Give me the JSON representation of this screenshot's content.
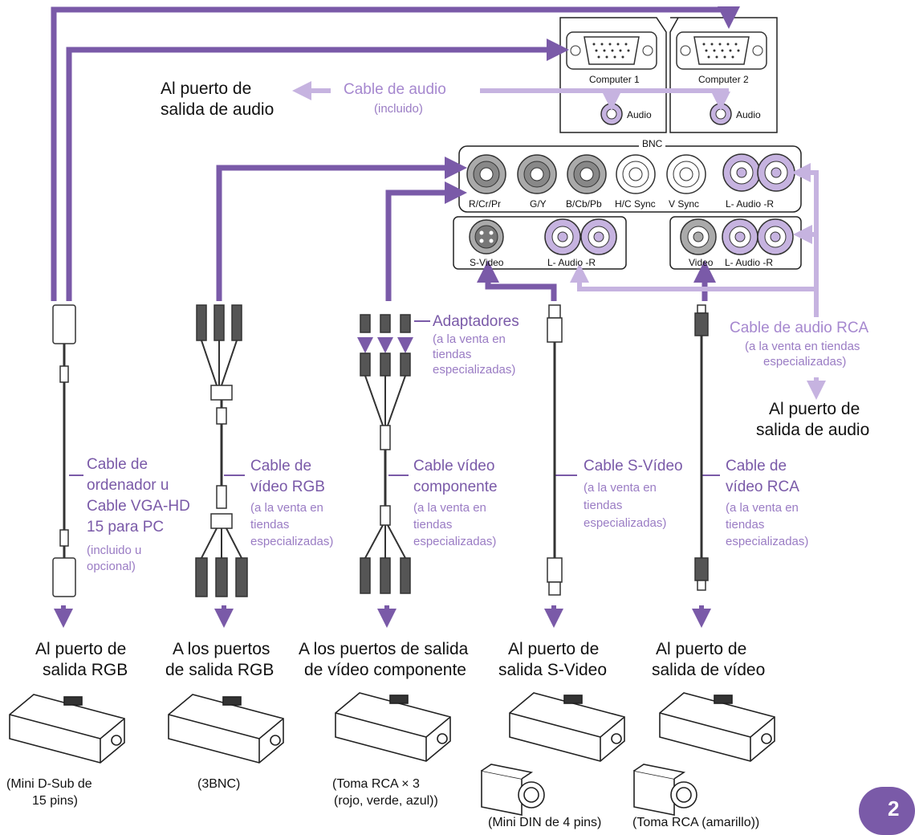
{
  "colors": {
    "dark_purple": "#7a5aa8",
    "light_purple": "#c6b3e0",
    "text_purple": "#7a5aa8",
    "panel_gray": "#9a9a9a"
  },
  "panel": {
    "computer1": "Computer 1",
    "computer2": "Computer 2",
    "audio": "Audio",
    "bnc": "BNC",
    "bnc_labels": [
      "R/Cr/Pr",
      "G/Y",
      "B/Cb/Pb",
      "H/C Sync",
      "V Sync"
    ],
    "audio_lr": "L-  Audio -R",
    "svideo": "S-Video",
    "video": "Video"
  },
  "top_audio": {
    "dest_line1": "Al puerto de",
    "dest_line2": "salida de audio",
    "cable": "Cable de audio",
    "cable_note": "(incluido)"
  },
  "right_audio": {
    "cable": "Cable de audio RCA",
    "note1": "(a la venta en tiendas",
    "note2": "especializadas)",
    "dest_line1": "Al puerto de",
    "dest_line2": "salida de audio"
  },
  "adapters": {
    "label": "Adaptadores",
    "note1": "(a la venta en",
    "note2": "tiendas",
    "note3": "especializadas)"
  },
  "columns": [
    {
      "cable_lines": [
        "Cable de",
        "ordenador u",
        "Cable VGA-HD",
        "15 para PC"
      ],
      "note_lines": [
        "(incluido u",
        "opcional)"
      ],
      "dest_lines": [
        "Al puerto de",
        "salida RGB"
      ],
      "connector_lines": [
        "(Mini D-Sub de",
        "15 pins)"
      ]
    },
    {
      "cable_lines": [
        "Cable de",
        "vídeo RGB"
      ],
      "note_lines": [
        "(a la venta en",
        "tiendas",
        "especializadas)"
      ],
      "dest_lines": [
        "A los puertos",
        "de salida RGB"
      ],
      "connector_lines": [
        "(3BNC)"
      ]
    },
    {
      "cable_lines": [
        "Cable vídeo",
        "componente"
      ],
      "note_lines": [
        "(a la venta en",
        "tiendas",
        "especializadas)"
      ],
      "dest_lines": [
        "A los puertos de salida",
        "de vídeo componente"
      ],
      "connector_lines": [
        "(Toma RCA × 3",
        "(rojo, verde, azul))"
      ]
    },
    {
      "cable_lines": [
        "Cable S-Vídeo"
      ],
      "note_lines": [
        "(a la venta en",
        "tiendas",
        "especializadas)"
      ],
      "dest_lines": [
        "Al puerto de",
        "salida S-Video"
      ],
      "connector_lines": [
        "(Mini DIN de 4 pins)"
      ]
    },
    {
      "cable_lines": [
        "Cable de",
        "vídeo RCA"
      ],
      "note_lines": [
        "(a la venta en",
        "tiendas",
        "especializadas)"
      ],
      "dest_lines": [
        "Al puerto de",
        "salida de vídeo"
      ],
      "connector_lines": [
        "(Toma RCA (amarillo))"
      ]
    }
  ],
  "page_number": "2"
}
